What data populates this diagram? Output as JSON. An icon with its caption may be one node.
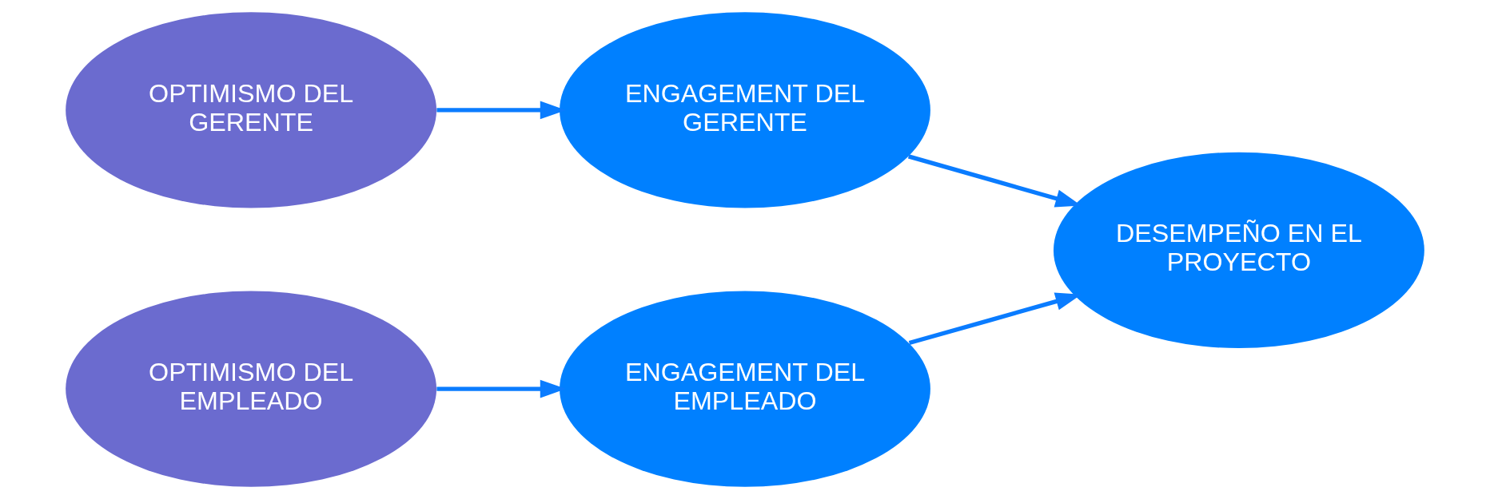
{
  "diagram": {
    "nodes": [
      {
        "text": [
          "OPTIMISMO DEL GERENTE"
        ]
      },
      {
        "text": [
          "ENGAGEMENT DEL GERENTE"
        ]
      },
      {
        "text": [
          "OPTIMISMO DEL EMPLEADO"
        ]
      },
      {
        "text": [
          "ENGAGEMENT DEL EMPLEADO"
        ]
      },
      {
        "text": [
          "DESEMPEÑO EN EL PROYECTO"
        ]
      }
    ],
    "edges": [
      {
        "from": 0,
        "to": 1,
        "arrow": "to"
      },
      {
        "from": 1,
        "to": 4,
        "arrow": "to"
      },
      {
        "from": 2,
        "to": 3,
        "arrow": "to"
      },
      {
        "from": 3,
        "to": 4,
        "arrow": "to"
      }
    ]
  }
}
